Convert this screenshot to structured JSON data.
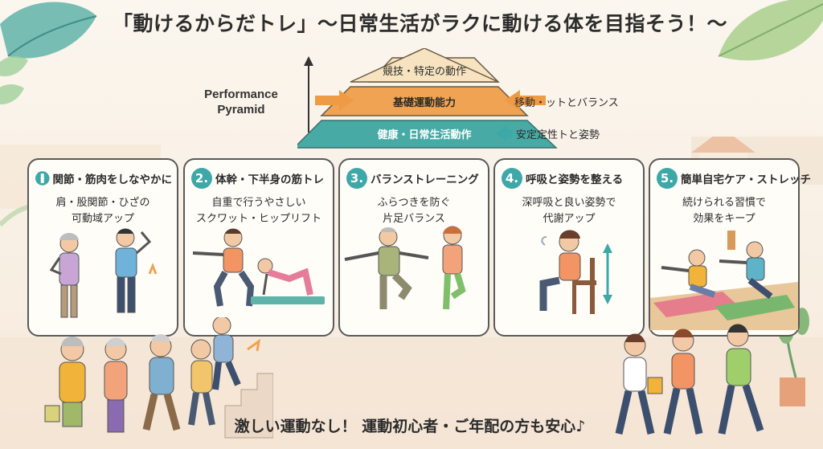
{
  "title": "「動けるからだトレ」〜日常生活がラクに動ける体を目指そう！〜",
  "pyramid": {
    "label_line1": "Performance",
    "label_line2": "Pyramid",
    "top": "競技・特定の動作",
    "middle": "基礎運動能力",
    "bottom": "健康・日常生活動作",
    "middle_note": "移動・ットとバランス",
    "bottom_note": "安定定性トと姿勢"
  },
  "cards": [
    {
      "number": "",
      "title": "関節・筋肉をしなやかに",
      "desc1": "肩・股関節・ひざの",
      "desc2": "可動域アップ",
      "icon": "knee-joint-icon"
    },
    {
      "number": "2.",
      "title": "体幹・下半身の筋トレ",
      "desc1": "自重で行うやさしい",
      "desc2": "スクワット・ヒップリフト",
      "icon": "number-badge"
    },
    {
      "number": "3.",
      "title": "バランストレーニング",
      "desc1": "ふらつきを防ぐ",
      "desc2": "片足バランス",
      "icon": "number-badge"
    },
    {
      "number": "4.",
      "title": "呼吸と姿勢を整える",
      "desc1": "深呼吸と良い姿勢で",
      "desc2": "代謝アップ",
      "icon": "number-badge"
    },
    {
      "number": "5.",
      "title": "簡単自宅ケア・ストレッチ",
      "desc1": "続けられる習慣で",
      "desc2": "効果をキープ",
      "icon": "number-badge"
    }
  ],
  "footer": "激しい運動なし！ 運動初心者・ご年配の方も安心♪",
  "colors": {
    "teal": "#3ea8a8",
    "orange": "#f0a352",
    "cream": "#f6e6c9",
    "outline": "#5a5a5a"
  }
}
